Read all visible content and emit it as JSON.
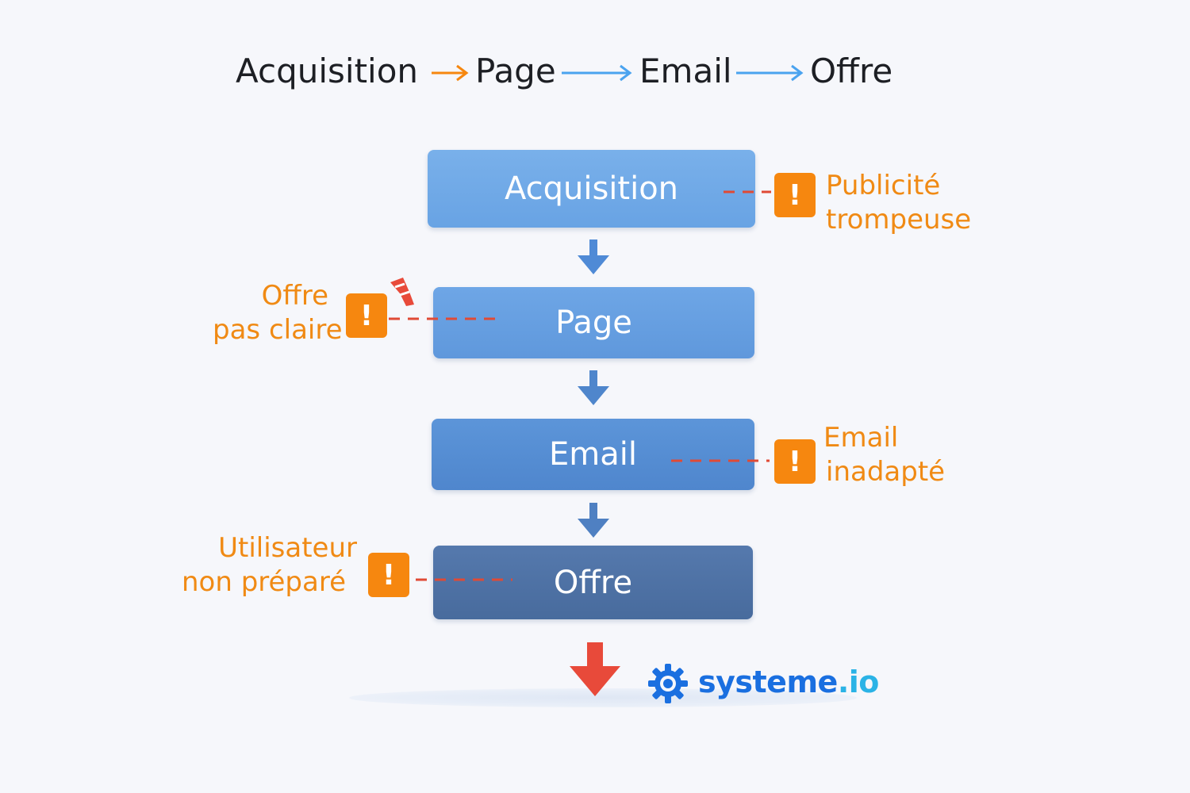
{
  "header": {
    "steps": [
      "Acquisition",
      "Page",
      "Email",
      "Offre"
    ]
  },
  "stages": {
    "acquisition": "Acquisition",
    "page": "Page",
    "email": "Email",
    "offre": "Offre"
  },
  "issues": {
    "acquisition": {
      "line1": "Publicité",
      "line2": "trompeuse"
    },
    "page": {
      "line1": "Offre",
      "line2": "pas claire"
    },
    "email": {
      "line1": "Email",
      "line2": "inadapté"
    },
    "offre": {
      "line1": "Utilisateur",
      "line2": "non préparé"
    }
  },
  "warning_symbol": "!",
  "brand": {
    "name": "systeme",
    "tld": ".io"
  },
  "colors": {
    "accent_orange": "#f6870f",
    "flow_blue": "#4aa3ef",
    "drop_red": "#e84a3a",
    "brand_blue": "#1a6fe0"
  },
  "icons": {
    "warning": "exclamation-icon",
    "brand": "gear-icon",
    "drop": "arrow-down-icon"
  }
}
